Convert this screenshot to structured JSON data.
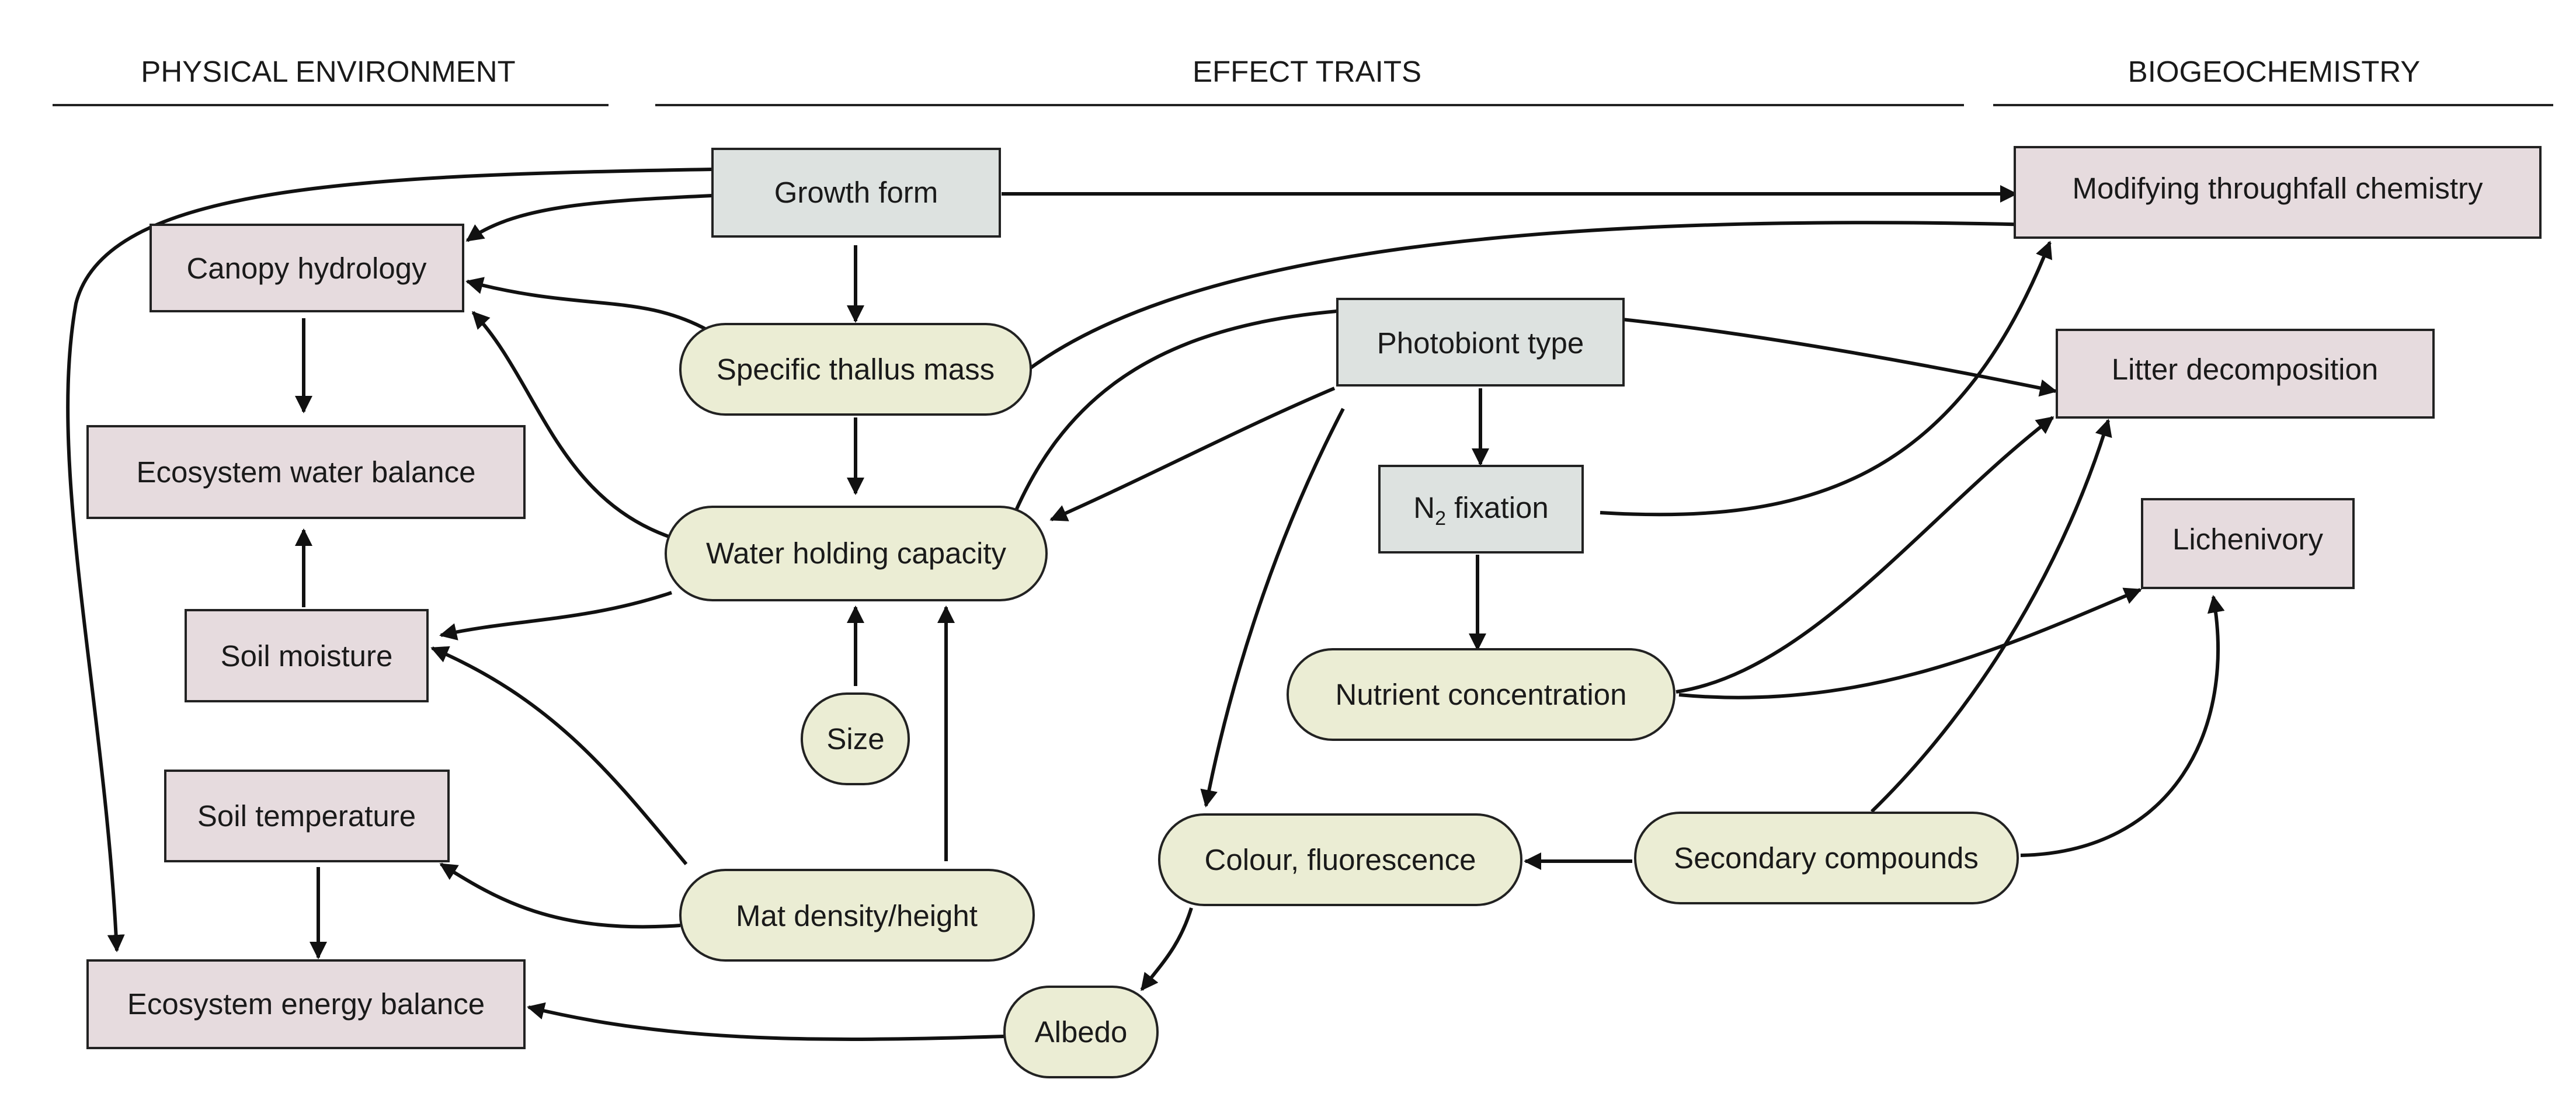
{
  "headers": {
    "physical_environment": "PHYSICAL ENVIRONMENT",
    "effect_traits": "EFFECT TRAITS",
    "biogeochemistry": "BIOGEOCHEMISTRY"
  },
  "physical_environment": {
    "canopy_hydrology": "Canopy hydrology",
    "ecosystem_water_balance": "Ecosystem water balance",
    "soil_moisture": "Soil moisture",
    "soil_temperature": "Soil temperature",
    "ecosystem_energy_balance": "Ecosystem energy balance"
  },
  "effect_traits": {
    "growth_form": "Growth form",
    "specific_thallus_mass": "Specific thallus mass",
    "water_holding_capacity": "Water holding capacity",
    "size": "Size",
    "mat_density_height": "Mat density/height",
    "photobiont_type": "Photobiont type",
    "n2_fixation_main": "N",
    "n2_fixation_sub": "2",
    "n2_fixation_rest": " fixation",
    "nutrient_concentration": "Nutrient concentration",
    "colour_fluorescence": "Colour, fluorescence",
    "secondary_compounds": "Secondary compounds",
    "albedo": "Albedo"
  },
  "biogeochemistry": {
    "modifying_throughfall_chemistry": "Modifying throughfall chemistry",
    "litter_decomposition": "Litter decomposition",
    "lichenivory": "Lichenivory"
  },
  "colors": {
    "environment_box": "#e6dbde",
    "grey_box": "#dde2e0",
    "trait_pill": "#ebedd4",
    "stroke": "#222222"
  }
}
